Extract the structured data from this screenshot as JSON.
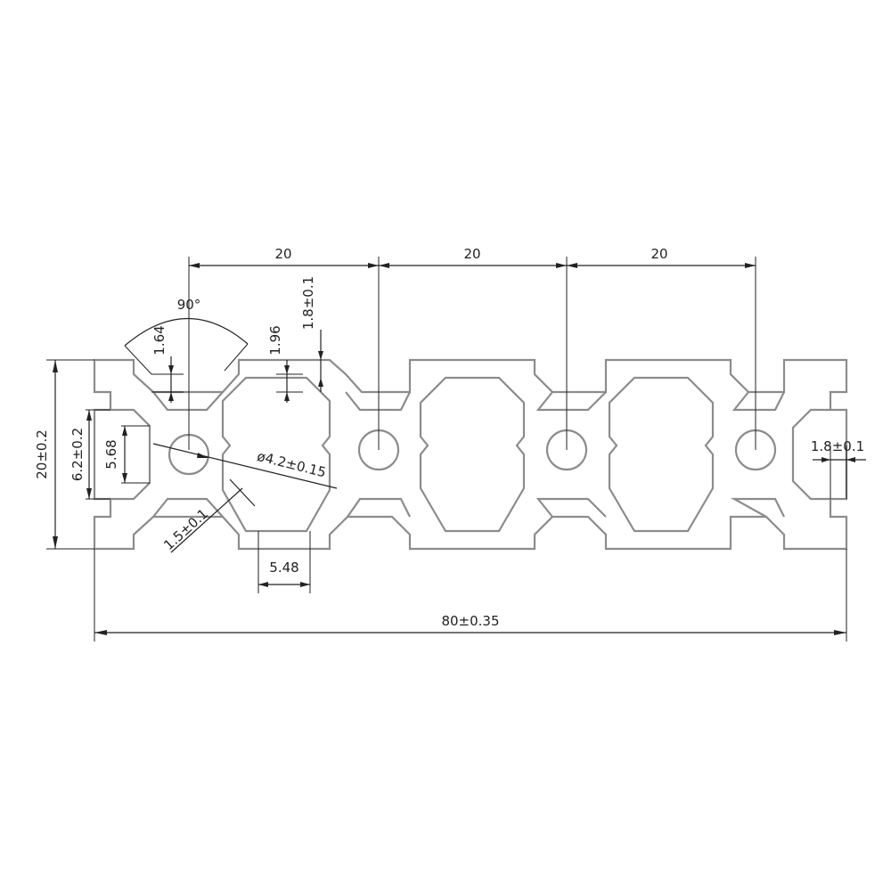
{
  "profile": {
    "outline_color": "#8c8c8c",
    "dimension_color": "#222222"
  },
  "dimensions": {
    "pitch_1": "20",
    "pitch_2": "20",
    "pitch_3": "20",
    "overall_width": "80±0.35",
    "overall_height": "20±0.2",
    "slot_outer": "6.2±0.2",
    "slot_inner": "5.68",
    "angle": "90°",
    "lip_depth": "1.64",
    "lip_thickness": "1.96",
    "wall_thickness_top": "1.8±0.1",
    "wall_thickness_right": "1.8±0.1",
    "center_bore": "ø4.2±0.15",
    "web_thickness": "1.5±0.1",
    "slot_opening": "5.48"
  }
}
